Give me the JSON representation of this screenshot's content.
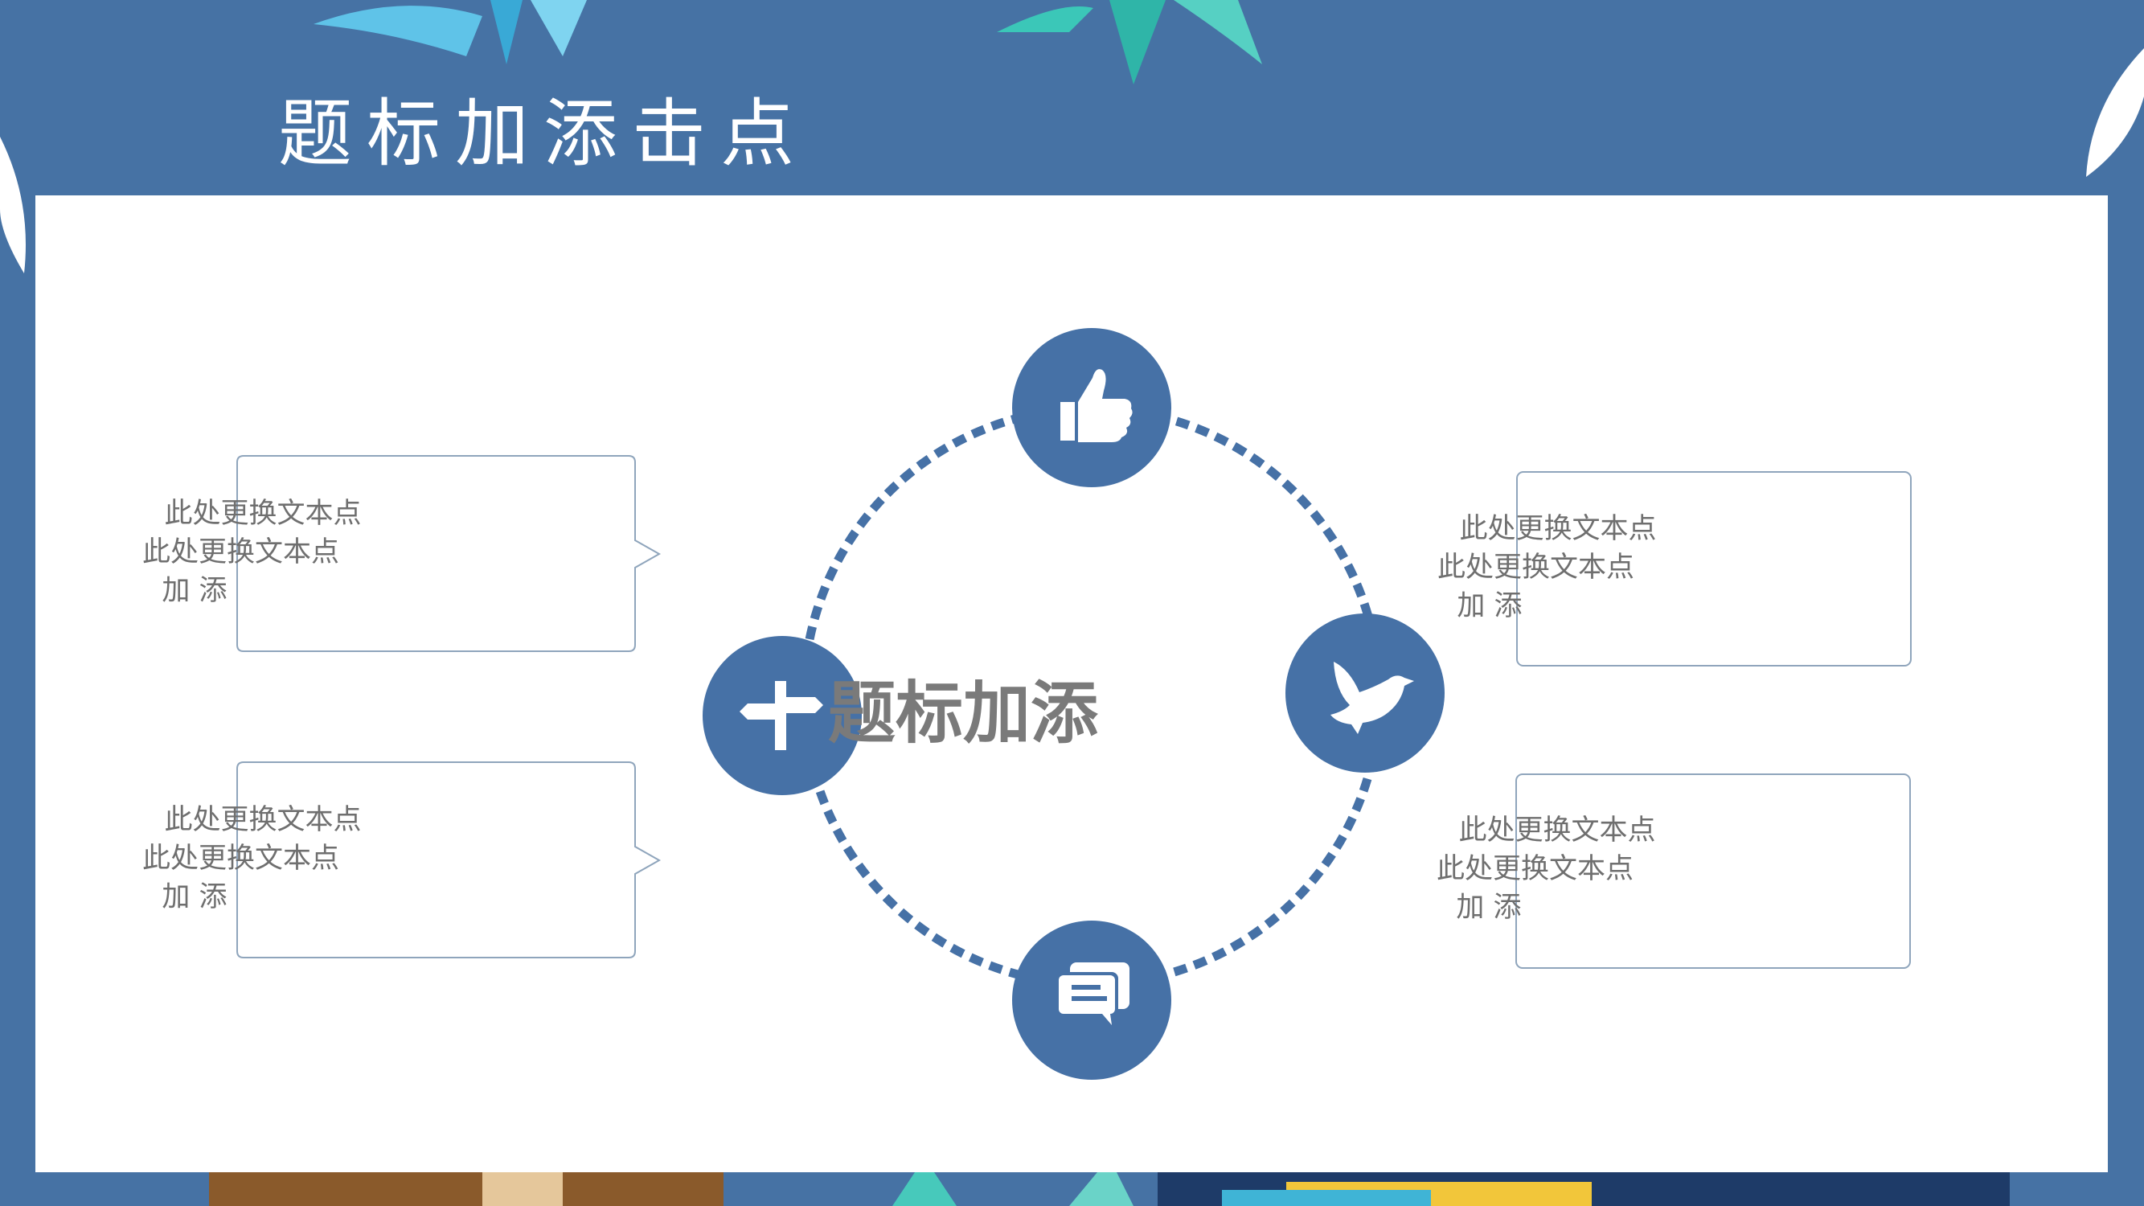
{
  "page": {
    "title": "题标加添击点",
    "center_label": "题标加添",
    "colors": {
      "background": "#4672a4",
      "accent": "#4671a6",
      "panel": "#ffffff",
      "text_gray": "#6f6f6f"
    }
  },
  "callouts": [
    {
      "lines": [
        "此处更换文本点",
        "此处更换文本点",
        "加 添"
      ]
    },
    {
      "lines": [
        "此处更换文本点",
        "此处更换文本点",
        "加 添"
      ]
    },
    {
      "lines": [
        "此处更换文本点",
        "此处更换文本点",
        "加 添"
      ]
    },
    {
      "lines": [
        "此处更换文本点",
        "此处更换文本点",
        "加 添"
      ]
    }
  ],
  "nodes": [
    {
      "icon": "thumbs-up-icon"
    },
    {
      "icon": "dove-icon"
    },
    {
      "icon": "chat-bubbles-icon"
    },
    {
      "icon": "signpost-icon"
    }
  ]
}
